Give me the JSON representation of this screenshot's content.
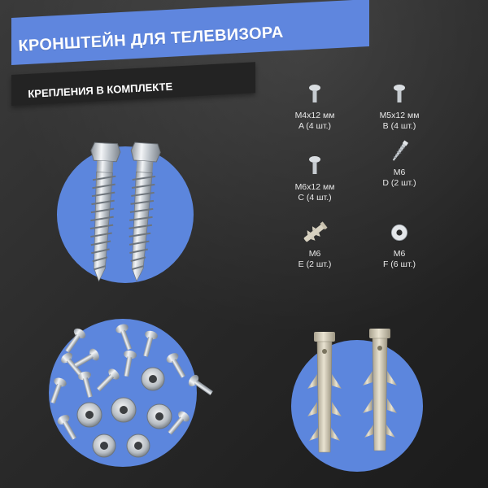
{
  "header": {
    "title": "КРОНШТЕЙН ДЛЯ ТЕЛЕВИЗОРА",
    "subtitle": "КРЕПЛЕНИЯ В КОМПЛЕКТЕ"
  },
  "specs": [
    {
      "size": "M4x12 мм",
      "qty": "A (4 шт.)",
      "icon": "small-screw-icon"
    },
    {
      "size": "M5x12 мм",
      "qty": "B (4 шт.)",
      "icon": "small-screw-icon"
    },
    {
      "size": "M6x12 мм",
      "qty": "C (4 шт.)",
      "icon": "small-screw-icon"
    },
    {
      "size": "M6",
      "qty": "D (2 шт.)",
      "icon": "lag-bolt-icon"
    },
    {
      "size": "M6",
      "qty": "E (2 шт.)",
      "icon": "wall-anchor-icon"
    },
    {
      "size": "M6",
      "qty": "F (6 шт.)",
      "icon": "washer-icon"
    }
  ],
  "colors": {
    "accent": "#5c86dd",
    "background": "#2b2b2b",
    "text": "#ffffff"
  }
}
